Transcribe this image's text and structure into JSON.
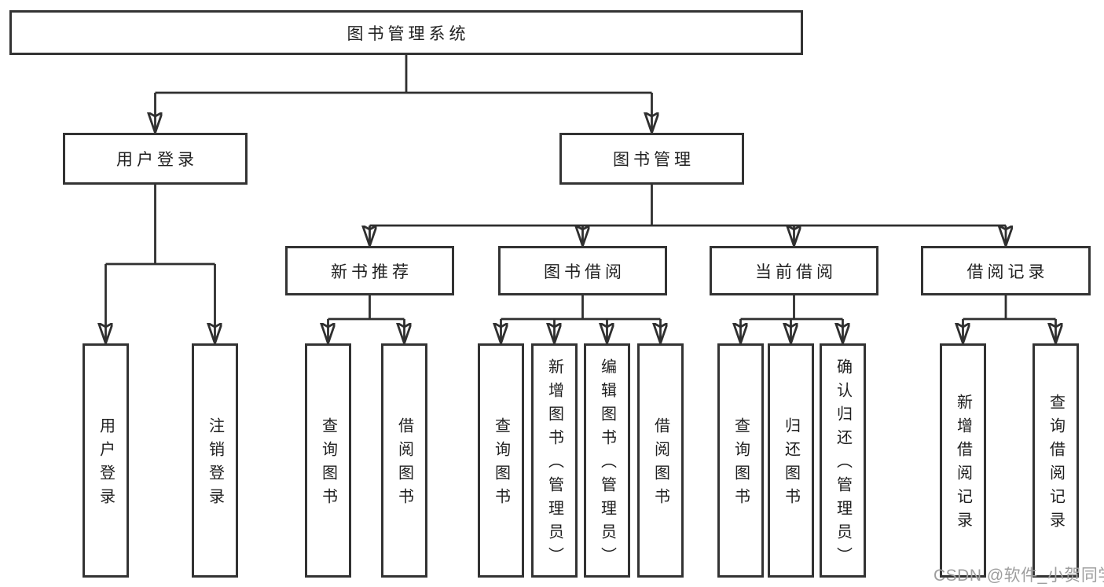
{
  "tree": {
    "root": {
      "label": "图书管理系统",
      "children": [
        {
          "label": "用户登录",
          "children": [
            {
              "label": "用户登录"
            },
            {
              "label": "注销登录"
            }
          ]
        },
        {
          "label": "图书管理",
          "children": [
            {
              "label": "新书推荐",
              "children": [
                {
                  "label": "查询图书"
                },
                {
                  "label": "借阅图书"
                }
              ]
            },
            {
              "label": "图书借阅",
              "children": [
                {
                  "label": "查询图书"
                },
                {
                  "label": "新增图书（管理员）"
                },
                {
                  "label": "编辑图书（管理员）"
                },
                {
                  "label": "借阅图书"
                }
              ]
            },
            {
              "label": "当前借阅",
              "children": [
                {
                  "label": "查询图书"
                },
                {
                  "label": "归还图书"
                },
                {
                  "label": "确认归还（管理员）"
                }
              ]
            },
            {
              "label": "借阅记录",
              "children": [
                {
                  "label": "新增借阅记录"
                },
                {
                  "label": "查询借阅记录"
                }
              ]
            }
          ]
        }
      ]
    }
  },
  "watermark": {
    "text": "CSDN @软件_小贺同学"
  },
  "colors": {
    "line": "#2f2f2f",
    "box_border": "#333333",
    "text": "#1f1f1f",
    "watermark": "#9e9e9e",
    "background": "#ffffff"
  }
}
